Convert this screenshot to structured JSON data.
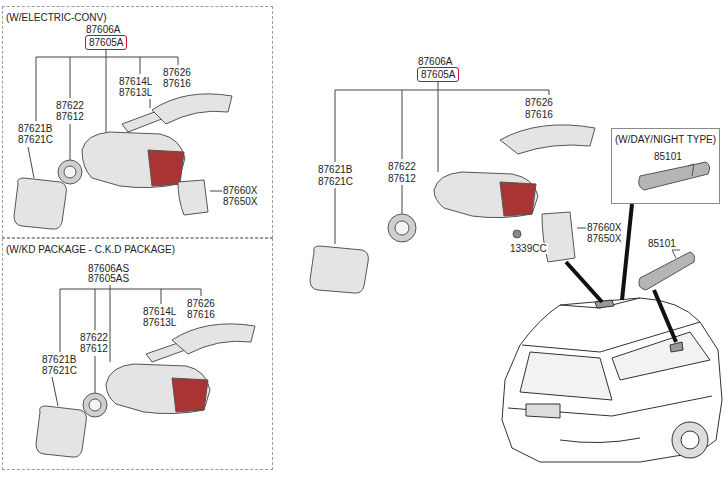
{
  "diagram": {
    "nodes": [
      {
        "text": [
          "(W/ELECTRIC-CONV)"
        ]
      },
      {
        "text": [
          "87605A"
        ],
        "in": 0
      },
      {
        "text": [
          "(W/KD PACKAGE - C.K.D PACKAGE)"
        ]
      },
      {
        "text": [
          "87605A"
        ]
      },
      {
        "text": [
          "(W/DAY/NIGHT TYPE)"
        ]
      }
    ],
    "labels": [
      "87606A",
      "87614L",
      "87613L",
      "87626",
      "87616",
      "87622",
      "87612",
      "87621B",
      "87621C",
      "87660X",
      "87650X",
      "87606AS",
      "87605AS",
      "87614L",
      "87613L",
      "87626",
      "87616",
      "87622",
      "87612",
      "87621B",
      "87621C",
      "87606A",
      "87626",
      "87616",
      "87621B",
      "87621C",
      "87622",
      "87612",
      "87660X",
      "87650X",
      "1339CC",
      "85101",
      "85101"
    ]
  }
}
